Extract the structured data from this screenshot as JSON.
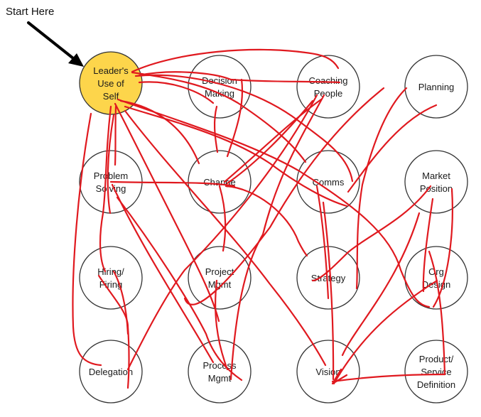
{
  "start_label": "Start Here",
  "colors": {
    "highlight_fill": "#FDD54B",
    "node_fill": "#FFFFFF",
    "connector": "#E0191F",
    "arrow": "#000000"
  },
  "nodes": [
    {
      "id": "leaders-use-of-self",
      "lines": [
        "Leader's",
        "Use of",
        "Self"
      ],
      "highlight": true
    },
    {
      "id": "decision-making",
      "lines": [
        "Decision",
        "Making"
      ]
    },
    {
      "id": "coaching-people",
      "lines": [
        "Coaching",
        "People"
      ]
    },
    {
      "id": "planning",
      "lines": [
        "Planning"
      ]
    },
    {
      "id": "problem-solving",
      "lines": [
        "Problem",
        "Solving"
      ]
    },
    {
      "id": "change",
      "lines": [
        "Change"
      ]
    },
    {
      "id": "comms",
      "lines": [
        "Comms"
      ]
    },
    {
      "id": "market-position",
      "lines": [
        "Market",
        "Position"
      ]
    },
    {
      "id": "hiring-firing",
      "lines": [
        "Hiring/",
        "Firing"
      ]
    },
    {
      "id": "project-mgmt",
      "lines": [
        "Project",
        "Mgmt"
      ]
    },
    {
      "id": "strategy",
      "lines": [
        "Strategy"
      ]
    },
    {
      "id": "org-design",
      "lines": [
        "Org",
        "Design"
      ]
    },
    {
      "id": "delegation",
      "lines": [
        "Delegation"
      ]
    },
    {
      "id": "process-mgmt",
      "lines": [
        "Process",
        "Mgmt"
      ]
    },
    {
      "id": "vision",
      "lines": [
        "Vision"
      ]
    },
    {
      "id": "product-service-definition",
      "lines": [
        "Product/",
        "Service",
        "Definition"
      ]
    }
  ]
}
